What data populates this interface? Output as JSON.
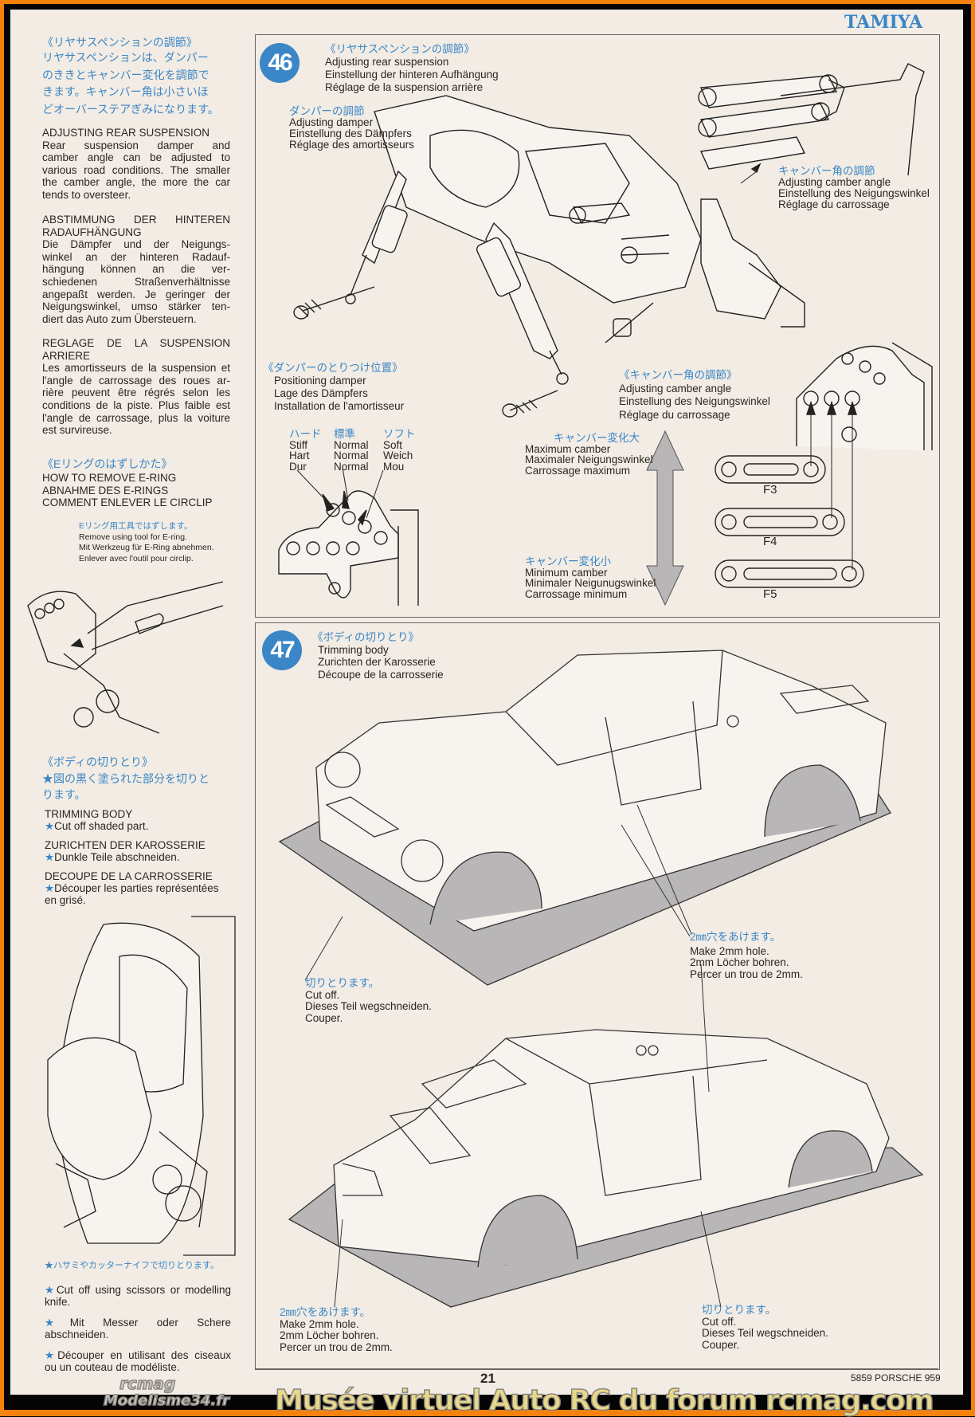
{
  "header": {
    "brand": "TAMIYA"
  },
  "left_column": {
    "rear_suspension": {
      "jp_title": "《リヤサスペンションの調節》",
      "jp_lines": [
        "リヤサスペンションは、ダンパー",
        "のききとキャンバー変化を調節で",
        "きます。キャンバー角は小さいほ",
        "どオーバーステアぎみになります。"
      ],
      "en_title": "ADJUSTING REAR SUSPENSION",
      "en_lines": [
        "Rear suspension damper and",
        "camber angle can be adjusted to",
        "various road conditions. The smaller",
        "the camber angle, the more the car",
        "tends to oversteer."
      ],
      "de_title_lines": [
        "ABSTIMMUNG DER HINTEREN",
        "RADAUFHÄNGUNG"
      ],
      "de_lines": [
        "Die Dämpfer und der Neigungs-",
        "winkel an der hinteren Radauf-",
        "hängung können an die ver-",
        "schiedenen Straßenverhältnisse",
        "angepaßt werden. Je geringer der",
        "Neigungswinkel, umso stärker ten-",
        "diert das Auto zum Übersteuern."
      ],
      "fr_title_lines": [
        "REGLAGE DE LA SUSPENSION",
        "ARRIERE"
      ],
      "fr_lines": [
        "Les amortisseurs de la suspension et",
        "l'angle de carrossage des roues ar-",
        "rière peuvent être régrés selon les",
        "conditions de la piste. Plus faible est",
        "l'angle de carrossage, plus la voiture",
        "est survireuse."
      ]
    },
    "e_ring": {
      "jp_title": "《Eリングのはずしかた》",
      "lines": [
        "HOW TO REMOVE E-RING",
        "ABNAHME DES E-RINGS",
        "COMMENT ENLEVER LE CIRCLIP"
      ],
      "tool_jp": "Eリング用工具ではずします。",
      "tool_lines": [
        "Remove using tool for E-ring.",
        "Mit Werkzeug für E-Ring abnehmen.",
        "Enlever avec l'outil pour circlip."
      ]
    },
    "trimming": {
      "jp_title": "《ボディの切りとり》",
      "jp_lines": [
        "★図の黒く塗られた部分を切りと",
        "ります。"
      ],
      "en_title": "TRIMMING BODY",
      "en_note": "Cut off shaded part.",
      "de_title": "ZURICHTEN DER KAROSSERIE",
      "de_note": "Dunkle Teile abschneiden.",
      "fr_title": "DECOUPE DE LA CARROSSERIE",
      "fr_note_lines": [
        "Découper les parties représentées",
        "en grisé."
      ]
    },
    "scissors": {
      "jp": "★ハサミやカッターナイフで切りとります。",
      "en_lines": [
        "Cut off using scissors or modelling",
        "knife."
      ],
      "de_lines": [
        "Mit Messer oder Schere",
        "abschneiden."
      ],
      "fr_lines": [
        "Découper en utilisant des ciseaux",
        "ou un couteau de modéliste."
      ]
    },
    "star": "★"
  },
  "step46": {
    "number": "46",
    "jp_title": "《リヤサスペンションの調節》",
    "title_lines": [
      "Adjusting rear suspension",
      "Einstellung der hinteren Aufhängung",
      "Réglage de la suspension arrière"
    ],
    "damper": {
      "jp": "ダンパーの調節",
      "lines": [
        "Adjusting damper",
        "Einstellung des Dämpfers",
        "Réglage des amortisseurs"
      ]
    },
    "camber_small": {
      "jp": "キャンバー角の調節",
      "lines": [
        "Adjusting camber angle",
        "Einstellung des Neigungswinkel",
        "Réglage du carrossage"
      ]
    },
    "positioning": {
      "jp": "《ダンパーのとりつけ位置》",
      "lines": [
        "Positioning damper",
        "Lage des Dämpfers",
        "Installation de l'amortisseur"
      ]
    },
    "stiffness": [
      {
        "jp": "ハード",
        "lines": [
          "Stiff",
          "Hart",
          "Dur"
        ]
      },
      {
        "jp": "標準",
        "lines": [
          "Normal",
          "Normal",
          "Normal"
        ]
      },
      {
        "jp": "ソフト",
        "lines": [
          "Soft",
          "Weich",
          "Mou"
        ]
      }
    ],
    "camber": {
      "jp": "《キャンバー角の調節》",
      "lines": [
        "Adjusting camber angle",
        "Einstellung des Neigungswinkel",
        "Réglage du carrossage"
      ]
    },
    "max_camber": {
      "jp": "キャンバー変化大",
      "lines": [
        "Maximum camber",
        "Maximaler Neigungswinkel",
        "Carrossage maximum"
      ]
    },
    "min_camber": {
      "jp": "キャンバー変化小",
      "lines": [
        "Minimum camber",
        "Minimaler Neigunugswinkel",
        "Carrossage minimum"
      ]
    },
    "links": [
      "F3",
      "F4",
      "F5"
    ]
  },
  "step47": {
    "number": "47",
    "jp_title": "《ボディの切りとり》",
    "title_lines": [
      "Trimming body",
      "Zurichten der Karosserie",
      "Découpe de la carrosserie"
    ],
    "hole_top": {
      "jp": "2㎜穴をあけます。",
      "lines": [
        "Make 2mm hole.",
        "2mm Löcher bohren.",
        "Percer un trou de 2mm."
      ]
    },
    "cut_top": {
      "jp": "切りとります。",
      "lines": [
        "Cut off.",
        "Dieses Teil wegschneiden.",
        "Couper."
      ]
    },
    "hole_bottom": {
      "jp": "2㎜穴をあけます。",
      "lines": [
        "Make 2mm hole.",
        "2mm Löcher bohren.",
        "Percer un trou de 2mm."
      ]
    },
    "cut_bottom": {
      "jp": "切りとります。",
      "lines": [
        "Cut off.",
        "Dieses Teil wegschneiden.",
        "Couper."
      ]
    }
  },
  "footer": {
    "page_number": "21",
    "product": "5859 PORSCHE 959",
    "watermark": "Musée virtuel Auto RC du forum rcmag.com",
    "logo_lines": [
      "rcmag",
      "Modelisme34.fr"
    ]
  },
  "colors": {
    "accent_blue": "#3b86c6",
    "frame_orange": "#f5820d",
    "paper": "#f2ece4",
    "plate_gray": "#b9b6b8"
  }
}
